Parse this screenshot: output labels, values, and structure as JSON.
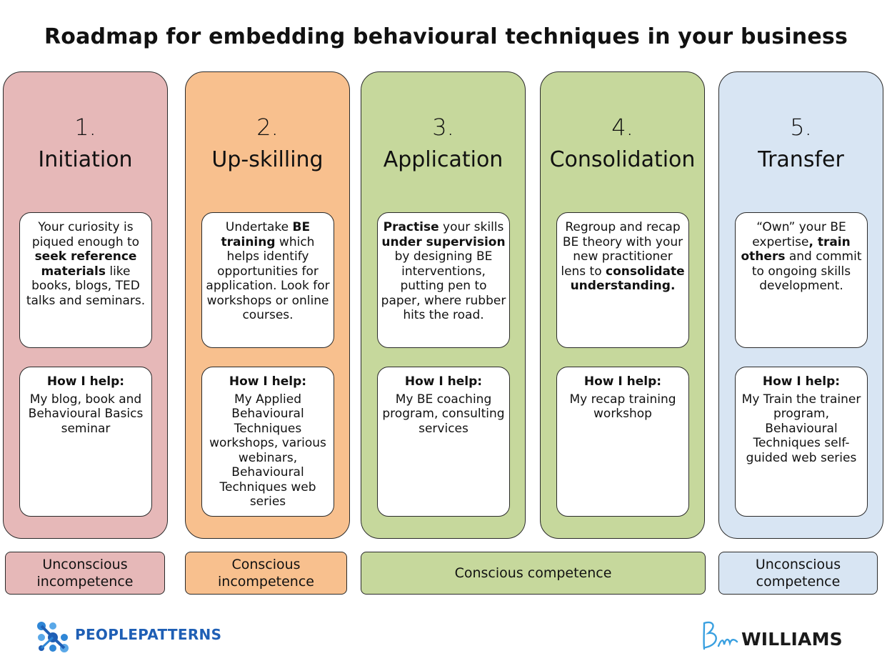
{
  "title": "Roadmap for embedding behavioural techniques in your business",
  "help_label": "How I help:",
  "steps": [
    {
      "number": "1.",
      "name": "Initiation",
      "color": "#e6b8b8",
      "desc": [
        {
          "t": "Your curiosity is piqued enough to "
        },
        {
          "t": "seek reference materials",
          "b": true
        },
        {
          "t": " like books, blogs, TED talks and seminars."
        }
      ],
      "help": "My blog, book and Behavioural Basics seminar"
    },
    {
      "number": "2.",
      "name": "Up-skilling",
      "color": "#f8c08e",
      "desc": [
        {
          "t": "Undertake "
        },
        {
          "t": "BE training",
          "b": true
        },
        {
          "t": " which helps identify opportunities for application. Look for workshops or online courses."
        }
      ],
      "help": "My Applied Behavioural Techniques workshops, various webinars, Behavioural Techniques web series"
    },
    {
      "number": "3.",
      "name": "Application",
      "color": "#c6d89c",
      "desc": [
        {
          "t": "Practise",
          "b": true
        },
        {
          "t": " your skills "
        },
        {
          "t": "under supervision",
          "b": true
        },
        {
          "t": " by designing BE interventions, putting pen to paper, where rubber hits the road."
        }
      ],
      "help": "My BE coaching program, consulting services"
    },
    {
      "number": "4.",
      "name": "Consolidation",
      "color": "#c6d89c",
      "desc": [
        {
          "t": "Regroup and recap BE theory with your new practitioner lens to "
        },
        {
          "t": "consolidate understanding.",
          "b": true
        }
      ],
      "help": "My recap training workshop"
    },
    {
      "number": "5.",
      "name": "Transfer",
      "color": "#d8e5f3",
      "desc": [
        {
          "t": "“Own” your BE expertise"
        },
        {
          "t": ", train others",
          "b": true
        },
        {
          "t": " and commit to ongoing skills development."
        }
      ],
      "help": "My Train the trainer program, Behavioural Techniques self-guided web series"
    }
  ],
  "phases": [
    {
      "label": "Unconscious incompetence",
      "color": "#e6b8b8"
    },
    {
      "label": "Conscious incompetence",
      "color": "#f8c08e"
    },
    {
      "label": "Conscious competence",
      "color": "#c6d89c"
    },
    {
      "label": "Unconscious competence",
      "color": "#d8e5f3"
    }
  ],
  "logos": {
    "left": "PEOPLEPATTERNS",
    "left_accent": "#1f5fb5",
    "right": "WILLIAMS",
    "right_accent": "#3aa0e0"
  }
}
